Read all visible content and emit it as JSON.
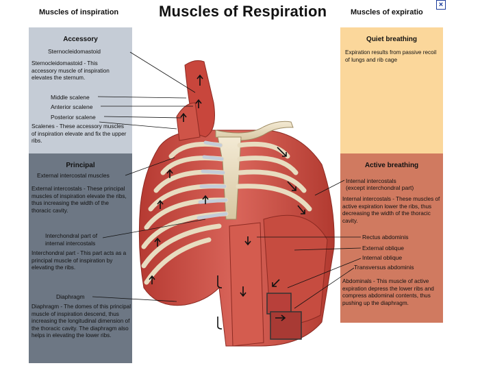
{
  "header": {
    "left_title": "Muscles of inspiration",
    "main_title": "Muscles of Respiration",
    "right_title": "Muscles of expiratio",
    "close_glyph": "×"
  },
  "accessory": {
    "title": "Accessory",
    "sternocleidomastoid_label": "Sternocleidomastoid",
    "sternocleidomastoid_desc": "Sternocleidomastoid - This accessory muscle of inspiration elevates the sternum.",
    "middle_scalene": "Middle scalene",
    "anterior_scalene": "Anterior scalene",
    "posterior_scalene": "Posterior scalene",
    "scalenes_desc": "Scalenes - These accessory muscles of inspiration elevate and fix the upper ribs."
  },
  "principal": {
    "title": "Principal",
    "external_intercostal_label": "External intercostal muscles",
    "external_intercostals_desc": "External intercostals - These principal muscles of inspiration elevate the ribs, thus increasing the width of the thoracic cavity.",
    "interchondral_label_1": "Interchondral part of",
    "interchondral_label_2": "internal intercostals",
    "interchondral_desc": "Interchondral part - This part acts as a principal muscle of inspiration by elevating the ribs.",
    "diaphragm_label": "Diaphragm",
    "diaphragm_desc": "Diaphragm - The domes of this principal muscle of inspiration descend, thus increasing the longitudinal dimension of the thoracic cavity. The diaphragm also helps in elevating the lower ribs."
  },
  "quiet": {
    "title": "Quiet breathing",
    "desc": "Expiration results from passive recoil of lungs and rib cage"
  },
  "active": {
    "title": "Active breathing",
    "internal_intercostals_1": "Internal intercostals",
    "internal_intercostals_2": "(except interchondral part)",
    "internal_intercostals_desc": "Internal intercostals - These muscles of active expiration lower the ribs, thus decreasing the width of the thoracic cavity.",
    "rectus_abdominis": "Rectus abdominis",
    "external_oblique": "External oblique",
    "internal_oblique": "Internal oblique",
    "transversus_abdominis": "Transversus abdominis",
    "abdominals_desc": "Abdominals - This muscle of active expiration depress the lower ribs and compress abdominal contents, thus pushing up the diaphragm."
  },
  "colors": {
    "accessory_bg": "#c5ccd6",
    "principal_bg": "#6d7784",
    "quiet_bg": "#fbd79b",
    "active_bg": "#d07a60",
    "muscle": "#c8463c",
    "rib": "#e8dcc0",
    "cartilage": "#c4ccd8"
  }
}
